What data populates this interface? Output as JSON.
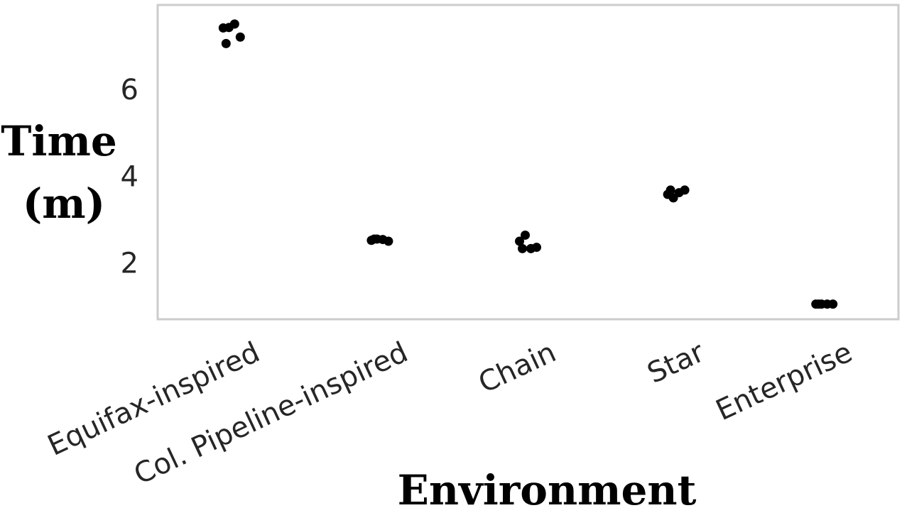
{
  "chart_data": {
    "type": "scatter",
    "title": "",
    "xlabel": "Environment",
    "ylabel_lines": [
      "Time",
      "(m)"
    ],
    "ylim": [
      0.7,
      7.95
    ],
    "yticks": [
      2,
      4,
      6
    ],
    "ytick_labels": [
      "2",
      "4",
      "6"
    ],
    "grid": false,
    "categories": [
      "Equifax-inspired",
      "Col. Pipeline-inspired",
      "Chain",
      "Star",
      "Enterprise"
    ],
    "points": [
      {
        "category": "Equifax-inspired",
        "values": [
          7.42,
          7.43,
          7.51,
          7.21,
          7.06
        ]
      },
      {
        "category": "Col. Pipeline-inspired",
        "values": [
          2.52,
          2.55,
          2.54,
          2.5,
          2.55
        ]
      },
      {
        "category": "Chain",
        "values": [
          2.5,
          2.64,
          2.33,
          2.36,
          2.33
        ]
      },
      {
        "category": "Star",
        "values": [
          3.58,
          3.5,
          3.62,
          3.68,
          3.68
        ]
      },
      {
        "category": "Enterprise",
        "values": [
          1.05,
          1.05,
          1.05,
          1.05,
          1.05
        ]
      }
    ]
  }
}
